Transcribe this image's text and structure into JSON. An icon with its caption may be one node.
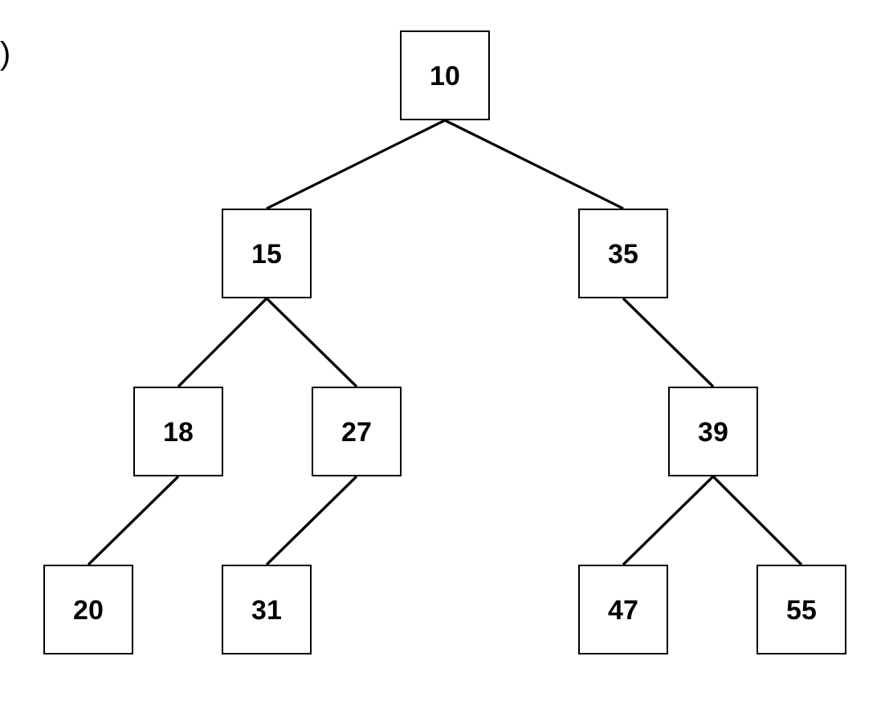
{
  "diagram": {
    "nodes": [
      {
        "text": [
          "10"
        ]
      },
      {
        "text": [
          "15"
        ]
      },
      {
        "text": [
          "35"
        ]
      },
      {
        "text": [
          "18"
        ]
      },
      {
        "text": [
          "27"
        ]
      },
      {
        "text": [
          "39"
        ]
      },
      {
        "text": [
          "20"
        ]
      },
      {
        "text": [
          "31"
        ]
      },
      {
        "text": [
          "47"
        ]
      },
      {
        "text": [
          "55"
        ]
      }
    ],
    "edges": [
      {
        "from": 0,
        "to": 1,
        "arrow": "none"
      },
      {
        "from": 0,
        "to": 2,
        "arrow": "none"
      },
      {
        "from": 1,
        "to": 3,
        "arrow": "none"
      },
      {
        "from": 1,
        "to": 4,
        "arrow": "none"
      },
      {
        "from": 2,
        "to": 5,
        "arrow": "none"
      },
      {
        "from": 3,
        "to": 6,
        "arrow": "none"
      },
      {
        "from": 4,
        "to": 7,
        "arrow": "none"
      },
      {
        "from": 5,
        "to": 8,
        "arrow": "none"
      },
      {
        "from": 5,
        "to": 9,
        "arrow": "none"
      }
    ],
    "labels": [
      ")"
    ]
  }
}
